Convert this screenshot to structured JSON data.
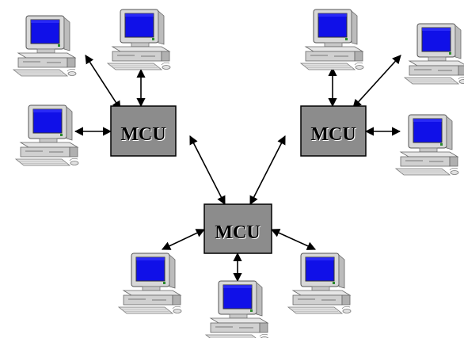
{
  "mcu_label": "MCU",
  "colors": {
    "mcu_fill": "#8c8c8c",
    "screen": "#1010e8",
    "case": "#d8d8d8",
    "background": "#ffffff"
  },
  "icons": {
    "computer": "desktop-computer-icon",
    "controller": "mcu-box"
  },
  "nodes": {
    "mcus": [
      "mcu-left",
      "mcu-right",
      "mcu-bottom"
    ],
    "computers": {
      "mcu-left": 3,
      "mcu-right": 3,
      "mcu-bottom": 3
    }
  }
}
